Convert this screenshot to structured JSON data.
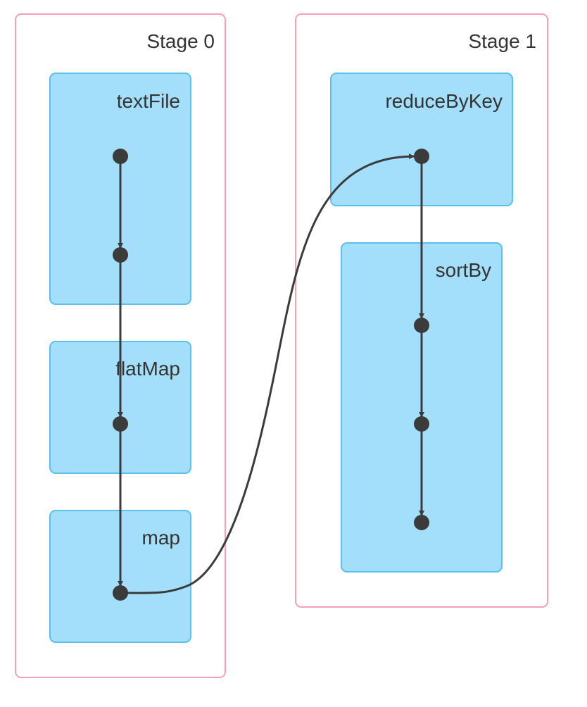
{
  "stages": [
    {
      "label": "Stage 0",
      "operations": [
        {
          "label": "textFile"
        },
        {
          "label": "flatMap"
        },
        {
          "label": "map"
        }
      ]
    },
    {
      "label": "Stage 1",
      "operations": [
        {
          "label": "reduceByKey"
        },
        {
          "label": "sortBy"
        }
      ]
    }
  ],
  "colors": {
    "stage_border": "#f3a2b6",
    "operation_fill": "#a3dffb",
    "operation_border": "#5bc0ee",
    "node_and_edge": "#3b3b3b",
    "label_text": "#333333"
  }
}
